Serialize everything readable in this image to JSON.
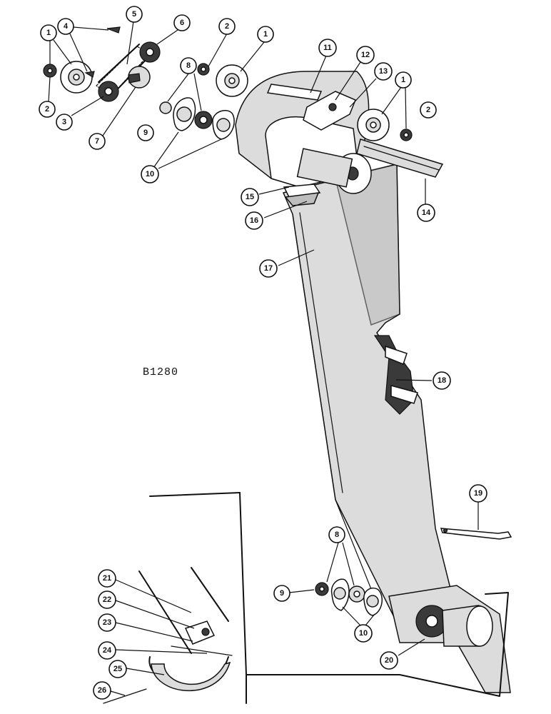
{
  "drawing_code": "B1280",
  "callouts": {
    "c1a": "1",
    "c4": "4",
    "c5": "5",
    "c6": "6",
    "c2a": "2",
    "c1b": "1",
    "c2b": "2",
    "c3": "3",
    "c7": "7",
    "c8a": "8",
    "c9a": "9",
    "c10a": "10",
    "c11": "11",
    "c12": "12",
    "c13": "13",
    "c1c": "1",
    "c2c": "2",
    "c15": "15",
    "c16": "16",
    "c14": "14",
    "c17": "17",
    "c18": "18",
    "c19": "19",
    "c8b": "8",
    "c9b": "9",
    "c10b": "10",
    "c20": "20",
    "c21": "21",
    "c22": "22",
    "c23": "23",
    "c24": "24",
    "c25": "25",
    "c26": "26"
  }
}
